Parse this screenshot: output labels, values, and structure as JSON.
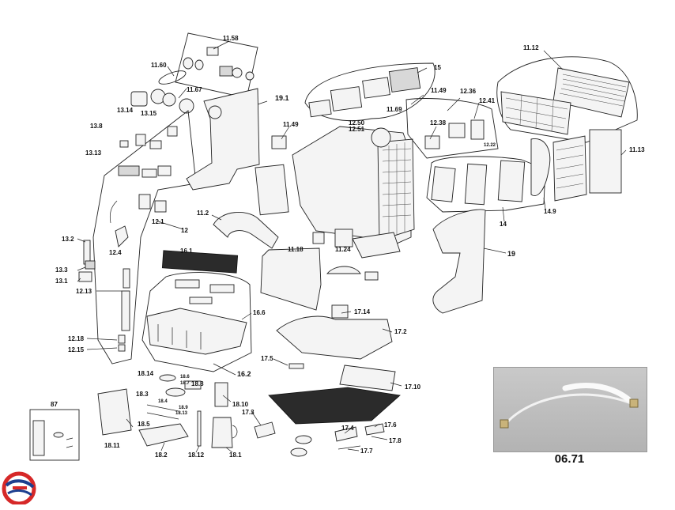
{
  "labels": {
    "l_1158": "11.58",
    "l_1160": "11.60",
    "l_1167": "11.67",
    "l_1314": "13.14",
    "l_1315": "13.15",
    "l_138": "13.8",
    "l_1313": "13.13",
    "l_191": "19.1",
    "l_15": "15",
    "l_1149a": "11.49",
    "l_1149b": "11.49",
    "l_1169": "11.69",
    "l_1250": "12.50",
    "l_1251": "12.51",
    "l_1236": "12.36",
    "l_1238": "12.38",
    "l_1241": "12.41",
    "l_1222": "12.22",
    "l_1112": "11.12",
    "l_1113": "11.13",
    "l_149": "14.9",
    "l_14": "14",
    "l_19": "19",
    "l_112": "11.2",
    "l_121": "12.1",
    "l_12": "12",
    "l_132": "13.2",
    "l_124": "12.4",
    "l_133": "13.3",
    "l_131": "13.1",
    "l_1213": "12.13",
    "l_161": "16.1",
    "l_1118": "11.18",
    "l_1124": "11.24",
    "l_166": "16.6",
    "l_1714": "17.14",
    "l_172": "17.2",
    "l_1218": "12.18",
    "l_1215": "12.15",
    "l_162": "16.2",
    "l_175": "17.5",
    "l_1710": "17.10",
    "l_1814": "18.14",
    "l_186": "18.6",
    "l_187": "18.7",
    "l_188": "18.8",
    "l_183": "18.3",
    "l_184": "18.4",
    "l_189": "18.9",
    "l_1813": "18.13",
    "l_185": "18.5",
    "l_1810": "18.10",
    "l_173": "17.3",
    "l_176": "17.6",
    "l_174": "17.4",
    "l_178": "17.8",
    "l_177": "17.7",
    "l_87": "87",
    "l_1811": "18.11",
    "l_182": "18.2",
    "l_1812": "18.12",
    "l_181": "18.1"
  },
  "photo_caption": "06.71",
  "colors": {
    "line": "#222222",
    "photo_bg": "#bdbdbd",
    "logo_red": "#d62828",
    "logo_blue": "#1d3f8f"
  },
  "icons": {
    "logo": "brand-swirl-logo"
  }
}
